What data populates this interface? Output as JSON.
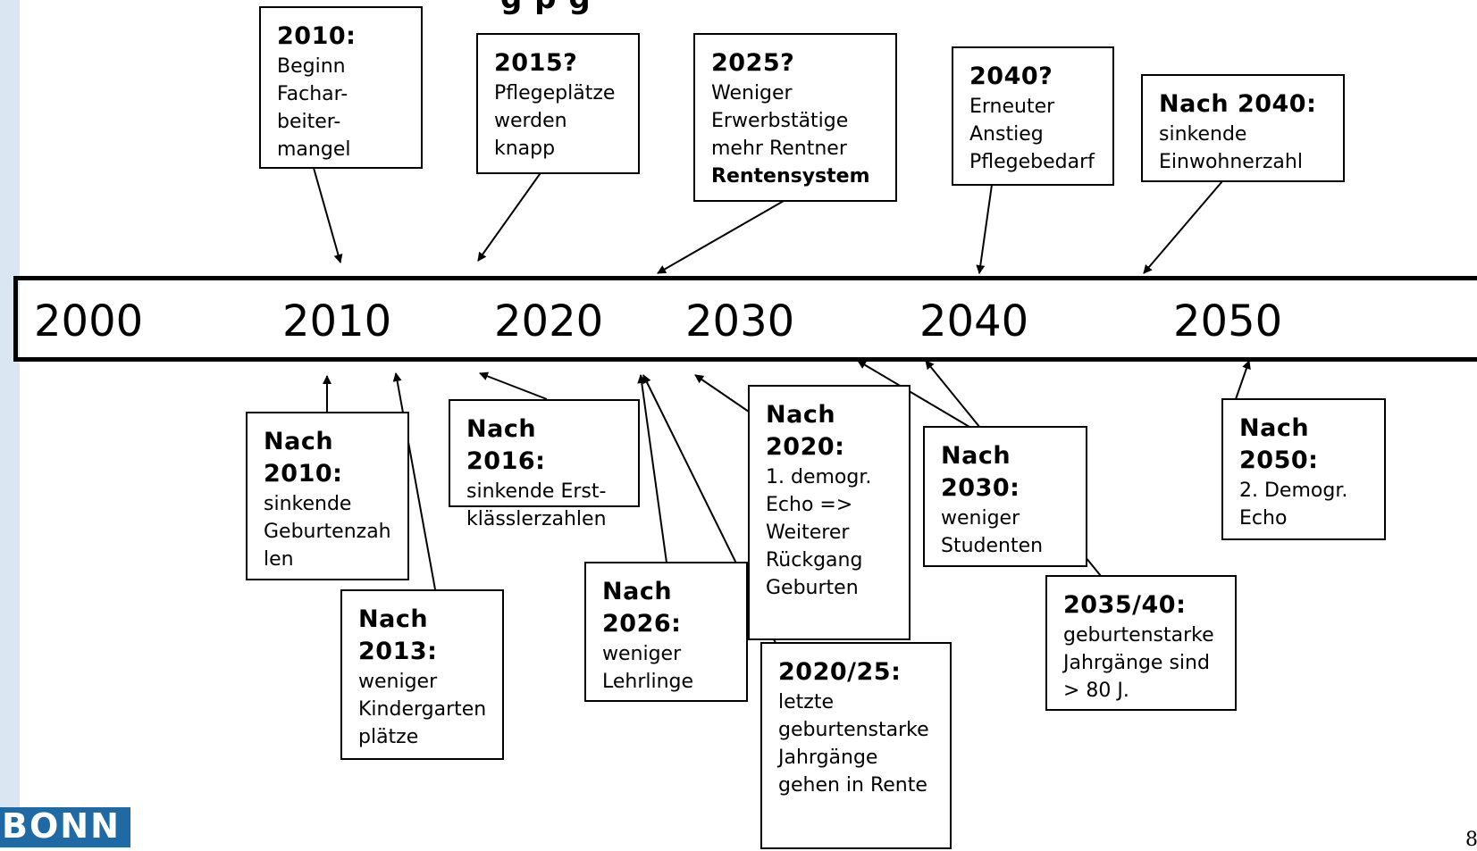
{
  "title_fragment": "g       p              g",
  "timeline": {
    "years": [
      "2000",
      "2010",
      "2020",
      "2030",
      "2040",
      "2050"
    ]
  },
  "events_above": [
    {
      "heading": "2010:",
      "text": "Beginn\nFachar-\nbeiter-\nmangel"
    },
    {
      "heading": "2015?",
      "text": "Pflegeplätze\nwerden\nknapp"
    },
    {
      "heading": "2025?",
      "text": "Weniger\nErwerbstätige\nmehr Rentner",
      "bold_text": "Rentensystem"
    },
    {
      "heading": "2040?",
      "text": "Erneuter\nAnstieg\nPflegebedarf"
    },
    {
      "heading": "Nach 2040:",
      "text": "sinkende\nEinwohnerzahl"
    }
  ],
  "events_below": [
    {
      "heading": "Nach\n2010:",
      "text": "sinkende\nGeburtenzah\nlen"
    },
    {
      "heading": "Nach\n2013:",
      "text": "weniger\nKindergarten\nplätze"
    },
    {
      "heading": "Nach 2016:",
      "text": "sinkende Erst-\nklässlerzahlen"
    },
    {
      "heading": "Nach\n2026:",
      "text": "weniger\nLehrlinge"
    },
    {
      "heading": "Nach\n2020:",
      "text": "1. demogr.\nEcho =>\nWeiterer\nRückgang\nGeburten"
    },
    {
      "heading": "2020/25:",
      "text": "letzte\ngeburtenstarke\nJahrgänge\ngehen in Rente"
    },
    {
      "heading": "Nach\n2030:",
      "text": "weniger\nStudenten"
    },
    {
      "heading": "2035/40:",
      "text": "geburtenstarke\nJahrgänge sind\n> 80 J."
    },
    {
      "heading": "Nach\n2050:",
      "text": "2. Demogr.\nEcho"
    }
  ],
  "logo_text": "BONN",
  "page_number": "8"
}
